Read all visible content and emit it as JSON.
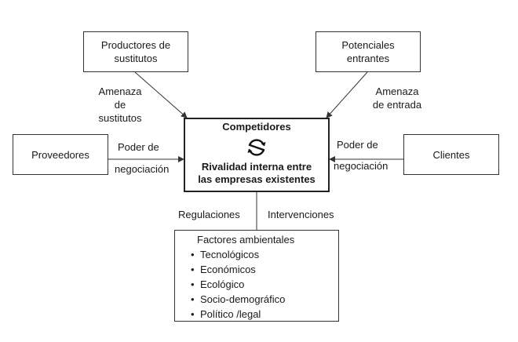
{
  "boxes": {
    "sustitutos": [
      "Productores de",
      "sustitutos"
    ],
    "potenciales": [
      "Potenciales",
      "entrantes"
    ],
    "proveedores": "Proveedores",
    "clientes": "Clientes",
    "competidores": {
      "title": "Competidores",
      "icon": "cycle-arrows-icon",
      "body": [
        "Rivalidad interna entre",
        "las empresas existentes"
      ]
    },
    "factores": {
      "title": "Factores ambientales",
      "items": [
        "Tecnológicos",
        "Económicos",
        "Ecológico",
        "Socio-demográfico",
        "Político /legal"
      ]
    }
  },
  "labels": {
    "amenaza_sustitutos": [
      "Amenaza",
      "de",
      "sustitutos"
    ],
    "amenaza_entrada": [
      "Amenaza",
      "de entrada"
    ],
    "poder_left": [
      "Poder de",
      "negociación"
    ],
    "poder_right": [
      "Poder de",
      "negociación"
    ],
    "regulaciones": "Regulaciones",
    "intervenciones": "Intervenciones"
  },
  "colors": {
    "line": "#333333",
    "text": "#1a1a1a"
  }
}
